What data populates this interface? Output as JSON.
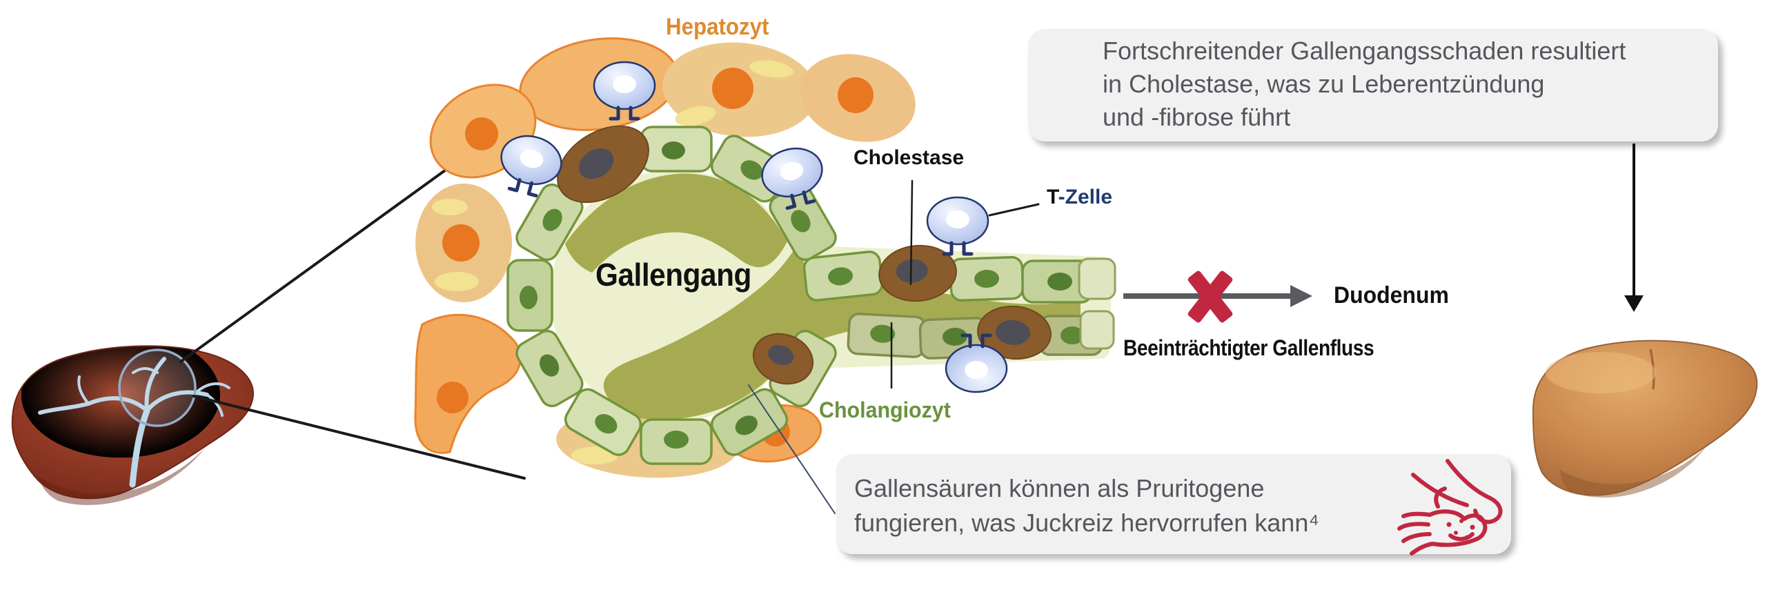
{
  "diagram": {
    "title_context": "Cholestase-Infografik",
    "labels": {
      "hepatozyt": "Hepatozyt",
      "gallengang": "Gallengang",
      "cholestase": "Cholestase",
      "t_zelle_prefix": "T",
      "t_zelle_rest": "-Zelle",
      "cholangiozyt": "Cholangiozyt",
      "duodenum": "Duodenum",
      "impaired_flow": "Beeinträchtigter Gallenfluss"
    },
    "info_box_top": {
      "lines": [
        "Fortschreitender Gallengangsschaden resultiert",
        "in Cholestase, was zu Leberentzündung",
        "und -fibrose führt"
      ]
    },
    "info_box_bottom": {
      "lines": [
        "Gallensäuren können als Pruritogene",
        "fungieren, was Juckreiz hervorrufen kann⁴"
      ]
    },
    "icons": {
      "itch": "scratching-hand-icon",
      "cross": "blocked-cross-icon",
      "down_arrow": "arrow-down-icon",
      "flow_arrow": "arrow-right-icon",
      "magnifier": "magnifier-circle-icon"
    },
    "colors": {
      "label_orange": "#df8a2e",
      "label_green": "#69923f",
      "label_navy": "#1f3a6e",
      "text_gray": "#54565b",
      "box_gray": "#f1f1f2",
      "cross_red": "#c12840",
      "itch_red": "#c12840",
      "arrow_gray": "#595b5f",
      "hepatocyte_orange": "#f3b46c",
      "hepatocyte_tan": "#ecc98b",
      "hepatocyte_nucleus": "#e87722",
      "cholangiocyte_green": "#ccd9a6",
      "cholangiocyte_nucleus": "#5d8836",
      "damaged_cell_brown": "#8a5c2b",
      "damaged_nucleus_gray": "#4e4e57",
      "t_cell_blue": "#b7c6ec",
      "bile_olive": "#a6ab52",
      "lumen_pale": "#edf0ce",
      "healthy_liver_red": "#8f3520",
      "damaged_liver_tan": "#c8854a"
    }
  }
}
